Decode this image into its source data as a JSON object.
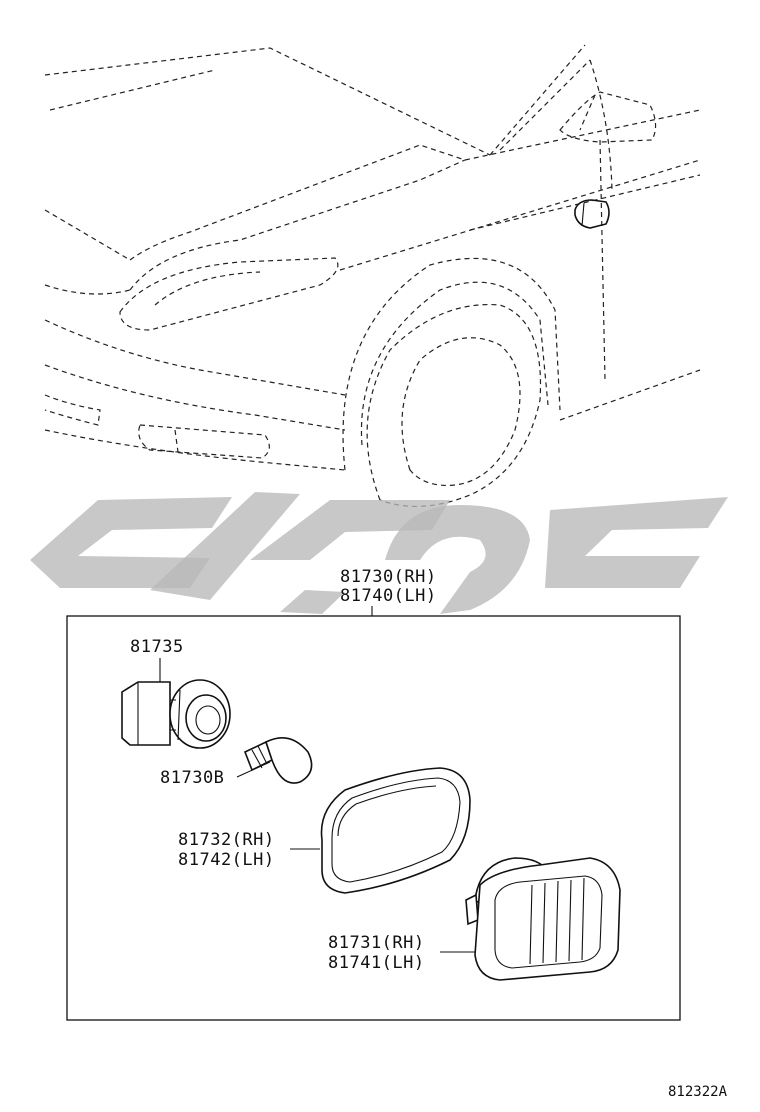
{
  "assembly": {
    "part_rh": "81730(RH)",
    "part_lh": "81740(LH)"
  },
  "parts": {
    "socket": "81735",
    "bulb": "81730B",
    "gasket_rh": "81732(RH)",
    "gasket_lh": "81742(LH)",
    "lens_rh": "81731(RH)",
    "lens_lh": "81741(LH)"
  },
  "diagram_code": "812322A"
}
